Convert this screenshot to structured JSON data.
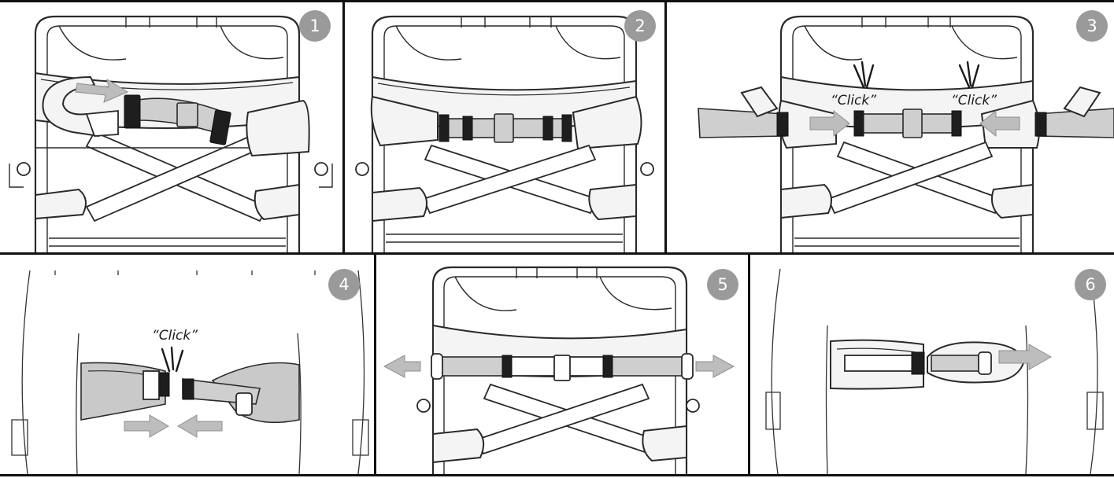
{
  "steps": [
    {
      "number": "1",
      "arrows": "push-right"
    },
    {
      "number": "2",
      "arrows": "none"
    },
    {
      "number": "3",
      "label_left": "“Click”",
      "label_right": "“Click”",
      "arrows": "inward"
    },
    {
      "number": "4",
      "label": "“Click”",
      "arrows": "inward"
    },
    {
      "number": "5",
      "arrows": "outward"
    },
    {
      "number": "6",
      "arrows": "pull-right"
    }
  ],
  "colors": {
    "badge": "#9a9a9a",
    "strap_grey": "#cfcfcf",
    "buckle": "#1e1e1e",
    "arrow": "#bdbdbd"
  }
}
